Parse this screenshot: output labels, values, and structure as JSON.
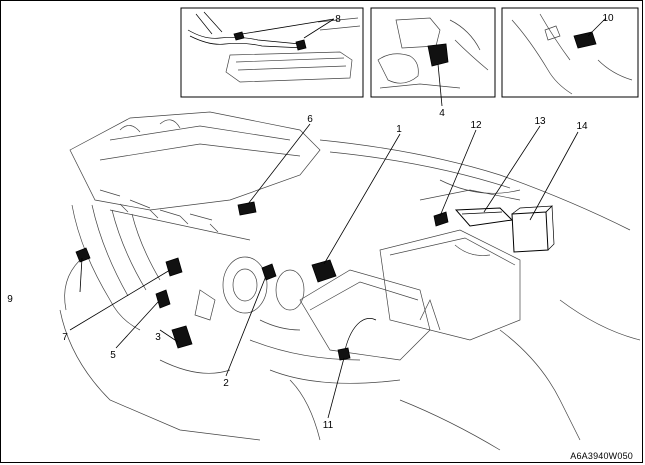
{
  "figure": {
    "reference_code": "A6A3940W050",
    "callouts": [
      {
        "id": "c1",
        "label": "1"
      },
      {
        "id": "c2",
        "label": "2"
      },
      {
        "id": "c3",
        "label": "3"
      },
      {
        "id": "c4",
        "label": "4"
      },
      {
        "id": "c5",
        "label": "5"
      },
      {
        "id": "c6",
        "label": "6"
      },
      {
        "id": "c7",
        "label": "7"
      },
      {
        "id": "c8",
        "label": "8"
      },
      {
        "id": "c9",
        "label": "9"
      },
      {
        "id": "c10",
        "label": "10"
      },
      {
        "id": "c11",
        "label": "11"
      },
      {
        "id": "c12",
        "label": "12"
      },
      {
        "id": "c13",
        "label": "13"
      },
      {
        "id": "c14",
        "label": "14"
      }
    ]
  }
}
